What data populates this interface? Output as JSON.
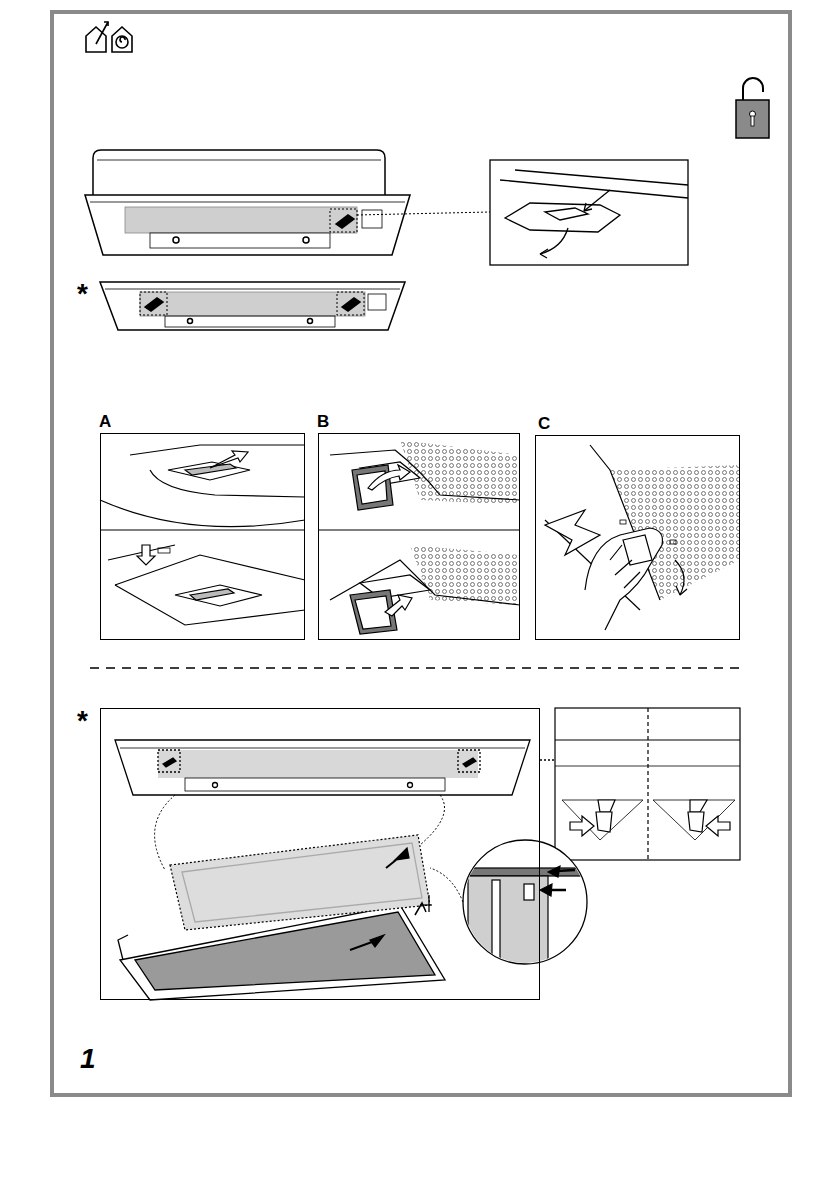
{
  "diagram": {
    "nodes": [
      {
        "text": [
          "A"
        ]
      },
      {
        "text": [
          "B"
        ]
      },
      {
        "text": [
          "C"
        ]
      },
      {
        "text": [
          "*"
        ]
      }
    ],
    "labels": [
      "*",
      "1"
    ]
  }
}
